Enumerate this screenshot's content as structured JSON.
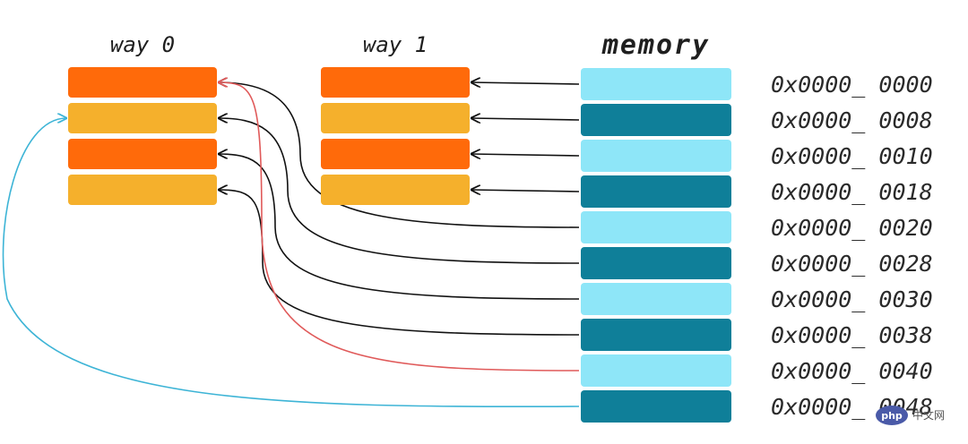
{
  "titles": {
    "way0": "way 0",
    "way1": "way 1",
    "memory": "memory"
  },
  "colors": {
    "orange": "#ff6a0a",
    "amber": "#f5b02c",
    "light_cyan": "#8ee6f8",
    "dark_teal": "#0f7f99",
    "arrow_black": "#111111",
    "arrow_red": "#e05a5a",
    "arrow_blue": "#3db4d6"
  },
  "way0_lines": [
    "orange",
    "amber",
    "orange",
    "amber"
  ],
  "way1_lines": [
    "orange",
    "amber",
    "orange",
    "amber"
  ],
  "memory_blocks": [
    {
      "address": "0x0000_ 0000",
      "shade": "light_cyan"
    },
    {
      "address": "0x0000_ 0008",
      "shade": "dark_teal"
    },
    {
      "address": "0x0000_ 0010",
      "shade": "light_cyan"
    },
    {
      "address": "0x0000_ 0018",
      "shade": "dark_teal"
    },
    {
      "address": "0x0000_ 0020",
      "shade": "light_cyan"
    },
    {
      "address": "0x0000_ 0028",
      "shade": "dark_teal"
    },
    {
      "address": "0x0000_ 0030",
      "shade": "light_cyan"
    },
    {
      "address": "0x0000_ 0038",
      "shade": "dark_teal"
    },
    {
      "address": "0x0000_ 0040",
      "shade": "light_cyan"
    },
    {
      "address": "0x0000_ 0048",
      "shade": "dark_teal"
    }
  ],
  "mappings": [
    {
      "from_block": 0,
      "to_way": 1,
      "to_line": 0,
      "color": "arrow_black"
    },
    {
      "from_block": 1,
      "to_way": 1,
      "to_line": 1,
      "color": "arrow_black"
    },
    {
      "from_block": 2,
      "to_way": 1,
      "to_line": 2,
      "color": "arrow_black"
    },
    {
      "from_block": 3,
      "to_way": 1,
      "to_line": 3,
      "color": "arrow_black"
    },
    {
      "from_block": 4,
      "to_way": 0,
      "to_line": 0,
      "color": "arrow_black"
    },
    {
      "from_block": 5,
      "to_way": 0,
      "to_line": 1,
      "color": "arrow_black"
    },
    {
      "from_block": 6,
      "to_way": 0,
      "to_line": 2,
      "color": "arrow_black"
    },
    {
      "from_block": 7,
      "to_way": 0,
      "to_line": 3,
      "color": "arrow_black"
    },
    {
      "from_block": 8,
      "to_way": 0,
      "to_line": 0,
      "color": "arrow_red"
    },
    {
      "from_block": 9,
      "to_way": 0,
      "to_line": 1,
      "color": "arrow_blue"
    }
  ],
  "watermark": {
    "logo_text": "php",
    "site_text": "中文网"
  }
}
